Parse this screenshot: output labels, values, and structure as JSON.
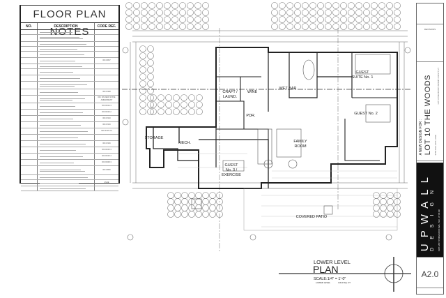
{
  "notes": {
    "title": "FLOOR PLAN NOTES",
    "headers": {
      "no": "NO.",
      "description": "DESCRIPTION",
      "code": "CODE REF."
    },
    "rows": [
      {
        "code": ""
      },
      {
        "code": ""
      },
      {
        "code": ""
      },
      {
        "code": ""
      },
      {
        "code": ""
      },
      {
        "code": "IRC R807"
      },
      {
        "code": ""
      },
      {
        "code": ""
      },
      {
        "code": ""
      },
      {
        "code": ""
      },
      {
        "code": "IRC R308"
      },
      {
        "code": "IRC 309 NEW STATE AMENDMENT"
      },
      {
        "code": "IRC R314.3"
      },
      {
        "code": "IRC R315.2"
      },
      {
        "code": "IRC R310"
      },
      {
        "code": "IRC R316"
      },
      {
        "code": "IRC R315.4.3"
      },
      {
        "code": ""
      },
      {
        "code": "IRC R326"
      },
      {
        "code": "IRC R315.3"
      },
      {
        "code": "IRC R315.4"
      },
      {
        "code": "IRC R308.3"
      },
      {
        "code": "IRC R806"
      },
      {
        "code": ""
      },
      {
        "code": "ASHE"
      },
      {
        "code": ""
      }
    ]
  },
  "rooms": {
    "guest_suite_1": [
      "GUEST",
      "SUITE No. 1"
    ],
    "craft": [
      "CRAFT /",
      "LAUND."
    ],
    "wine": "WINE",
    "wet_bar": "WET BAR",
    "pdr": "PDR.",
    "guest_2": "GUEST No. 2",
    "family": [
      "FAMILY",
      "ROOM"
    ],
    "storage": "STORAGE",
    "mech": "MECH.",
    "guest_3": [
      "GUEST",
      "No. 3 /",
      "EXERCISE"
    ],
    "patio": "COVERED PATIO"
  },
  "plan_title": {
    "line1": "LOWER LEVEL",
    "line2": "PLAN",
    "scale": "SCALE:1/4\" = 1'-0\"",
    "level": "LOWER LEVEL",
    "area": "3,510 SQ. FT."
  },
  "title_block": {
    "revisions": "REVISIONS",
    "design_for": "A NEW DESIGN FOR :",
    "project": "LOT 10 THE WOODS",
    "address": "9750 PHILLIPS LANE",
    "location": "LOT 10 THE WOODS SUMMIT COUNTY, UT",
    "firm_line1": "UPWALL",
    "firm_line2": "DESIGN",
    "firm_address": "1925 EAST PRICEWOOD AVE., SLC, UT 84106",
    "sheet": "A2.0"
  }
}
